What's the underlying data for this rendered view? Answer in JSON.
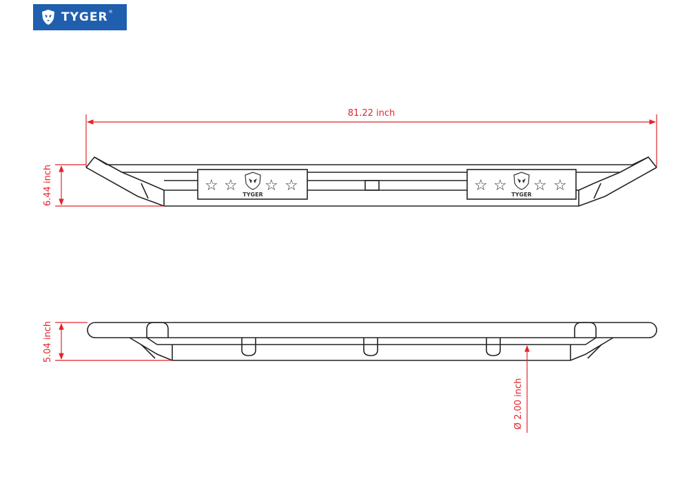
{
  "brand": {
    "name": "TYGER",
    "reg": "®",
    "color": "#1f5fae"
  },
  "dimensions": {
    "length": "81.22 inch",
    "height_side": "6.44 inch",
    "height_top": "5.04 inch",
    "tube_diameter": "Ø 2.00 inch",
    "dimension_color": "#e2232a"
  },
  "badge": {
    "stars": [
      "☆",
      "☆",
      "☆",
      "☆"
    ],
    "label": "TYGER"
  }
}
